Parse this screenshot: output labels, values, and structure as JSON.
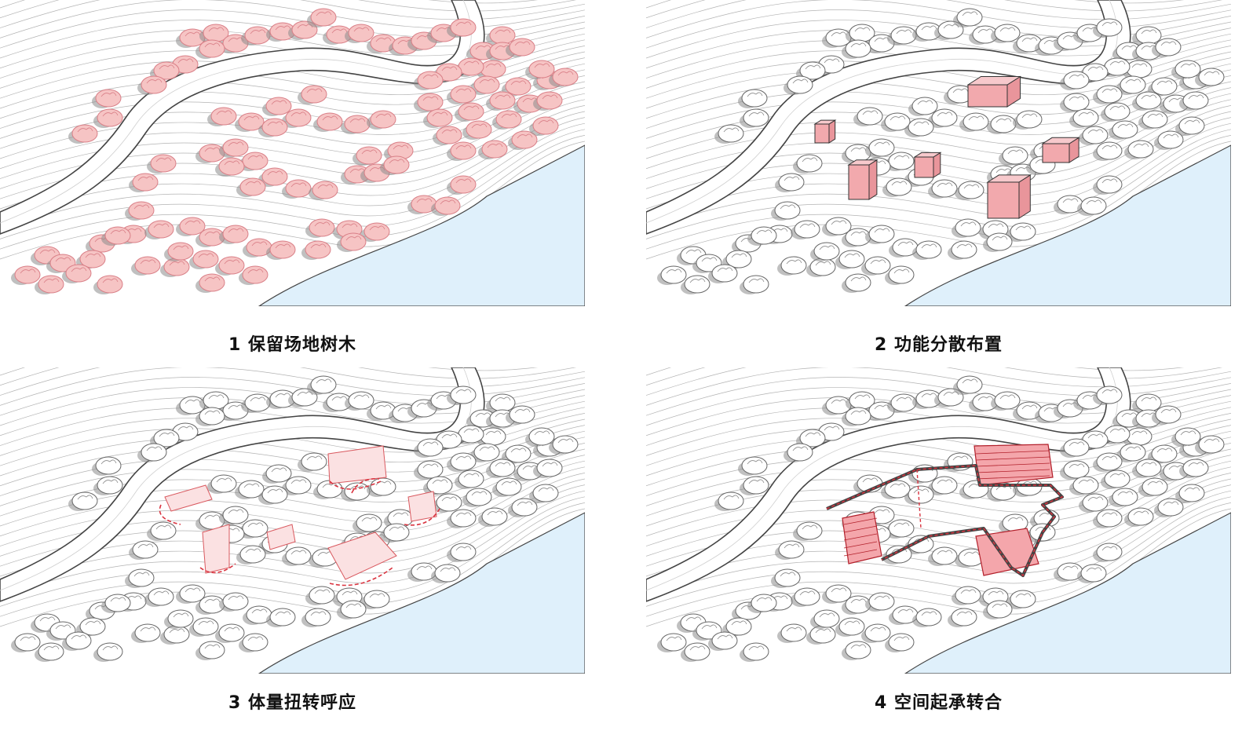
{
  "panels": [
    {
      "id": "p1",
      "caption": "1 保留场地树木",
      "tree_style": "pink"
    },
    {
      "id": "p2",
      "caption": "2 功能分散布置",
      "tree_style": "outline"
    },
    {
      "id": "p3",
      "caption": "3 体量扭转呼应",
      "tree_style": "outline"
    },
    {
      "id": "p4",
      "caption": "4 空间起承转合",
      "tree_style": "outline"
    }
  ],
  "colors": {
    "tree_pink": "#f6c4c4",
    "tree_pink_edge": "#d97f87",
    "mass_pink": "#f7c9cc",
    "accent_red": "#d9333f",
    "water": "#dff0fb",
    "line": "#444444",
    "contour": "#9a9a9a",
    "shadow": "#8c8c8c"
  }
}
